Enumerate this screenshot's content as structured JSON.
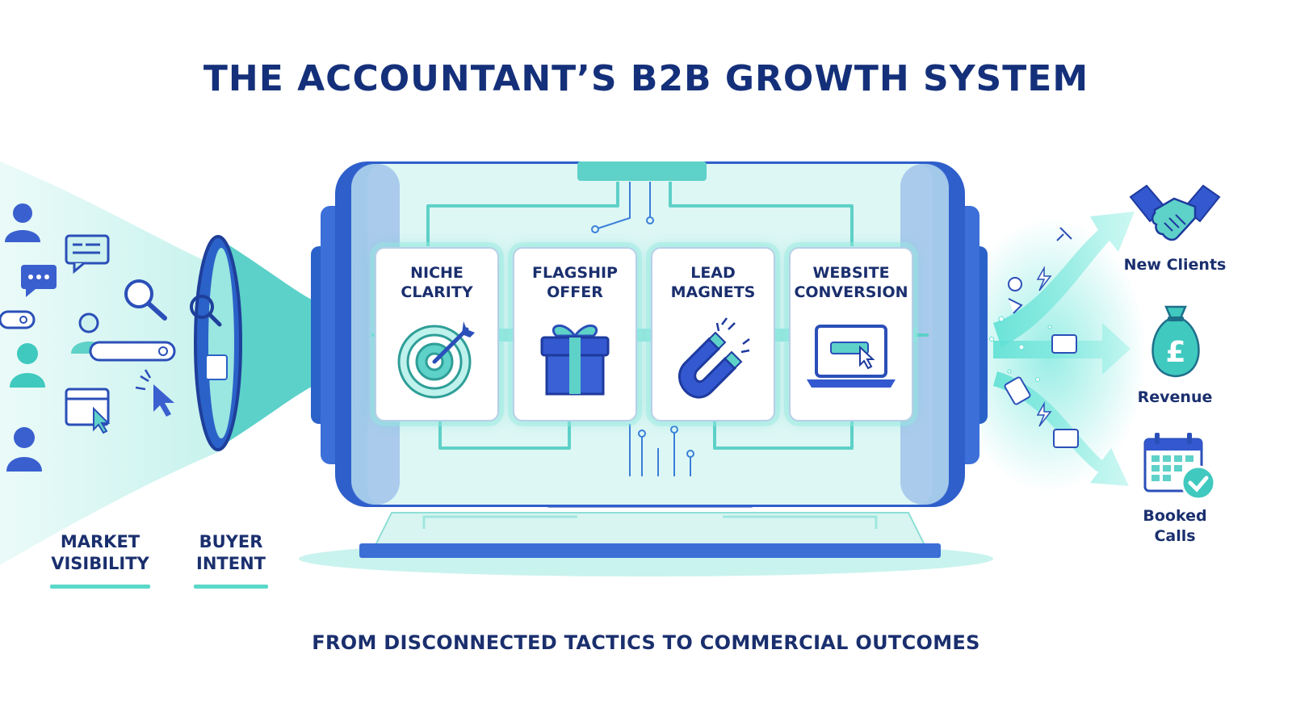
{
  "title": "THE ACCOUNTANT’S B2B GROWTH SYSTEM",
  "subtitle": "FROM DISCONNECTED TACTICS TO COMMERCIAL OUTCOMES",
  "inputs": [
    {
      "label": "MARKET\nVISIBILITY"
    },
    {
      "label": "BUYER\nINTENT"
    }
  ],
  "stages": [
    {
      "label": "NICHE\nCLARITY",
      "icon": "target-icon"
    },
    {
      "label": "FLAGSHIP\nOFFER",
      "icon": "gift-icon"
    },
    {
      "label": "LEAD\nMAGNETS",
      "icon": "magnet-icon"
    },
    {
      "label": "WEBSITE\nCONVERSION",
      "icon": "laptop-click-icon"
    }
  ],
  "outcomes": [
    {
      "label": "New Clients",
      "icon": "handshake-icon"
    },
    {
      "label": "Revenue",
      "icon": "money-bag-icon",
      "symbol": "£"
    },
    {
      "label": "Booked\nCalls",
      "icon": "calendar-check-icon"
    }
  ],
  "colors": {
    "navy": "#15307a",
    "blue": "#3555c8",
    "teal": "#3fc9bf",
    "mint": "#b6f0e8"
  }
}
